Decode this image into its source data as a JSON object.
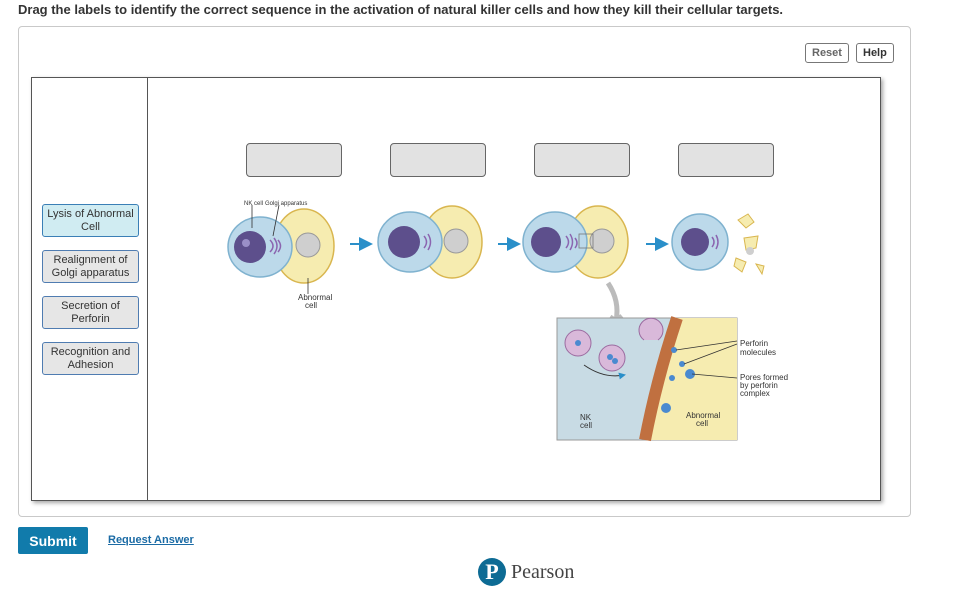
{
  "question": "Drag the labels to identify the correct sequence in the activation of natural killer cells and how they kill their cellular targets.",
  "toolbar": {
    "reset_label": "Reset",
    "help_label": "Help"
  },
  "labels": [
    {
      "text": "Lysis of Abnormal Cell",
      "selected": true
    },
    {
      "text": "Realignment of Golgi apparatus",
      "selected": false
    },
    {
      "text": "Secretion of Perforin",
      "selected": false
    },
    {
      "text": "Recognition and Adhesion",
      "selected": false
    }
  ],
  "drop_targets": [
    "",
    "",
    "",
    ""
  ],
  "figure": {
    "nk_cell": "NK cell",
    "golgi": "Golgi apparatus",
    "abnormal_cell": "Abnormal cell",
    "inset_perforin": "Perforin molecules",
    "inset_pores": "Pores formed by perforin complex",
    "inset_nk": "NK cell",
    "inset_abnormal": "Abnormal cell"
  },
  "actions": {
    "submit_label": "Submit",
    "request_answer_label": "Request Answer"
  },
  "footer": {
    "brand": "Pearson",
    "logo_letter": "P"
  },
  "colors": {
    "accent": "#117bab",
    "label_border": "#4f7cb1",
    "selected_label": "#d0ecf2"
  }
}
